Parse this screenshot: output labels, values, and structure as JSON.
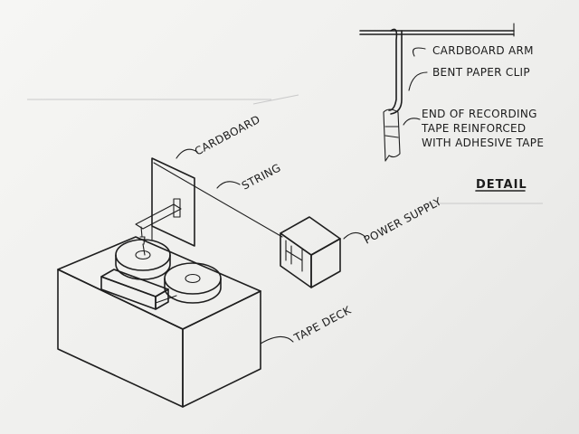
{
  "labels": {
    "cardboard": "CARDBOARD",
    "string": "STRING",
    "power_supply": "POWER SUPPLY",
    "tape_deck": "TAPE DECK",
    "detail": "DETAIL",
    "cardboard_arm": "CARDBOARD ARM",
    "bent_paper_clip": "BENT PAPER CLIP",
    "end_line1": "END OF RECORDING",
    "end_line2": "TAPE REINFORCED",
    "end_line3": "WITH ADHESIVE TAPE"
  }
}
